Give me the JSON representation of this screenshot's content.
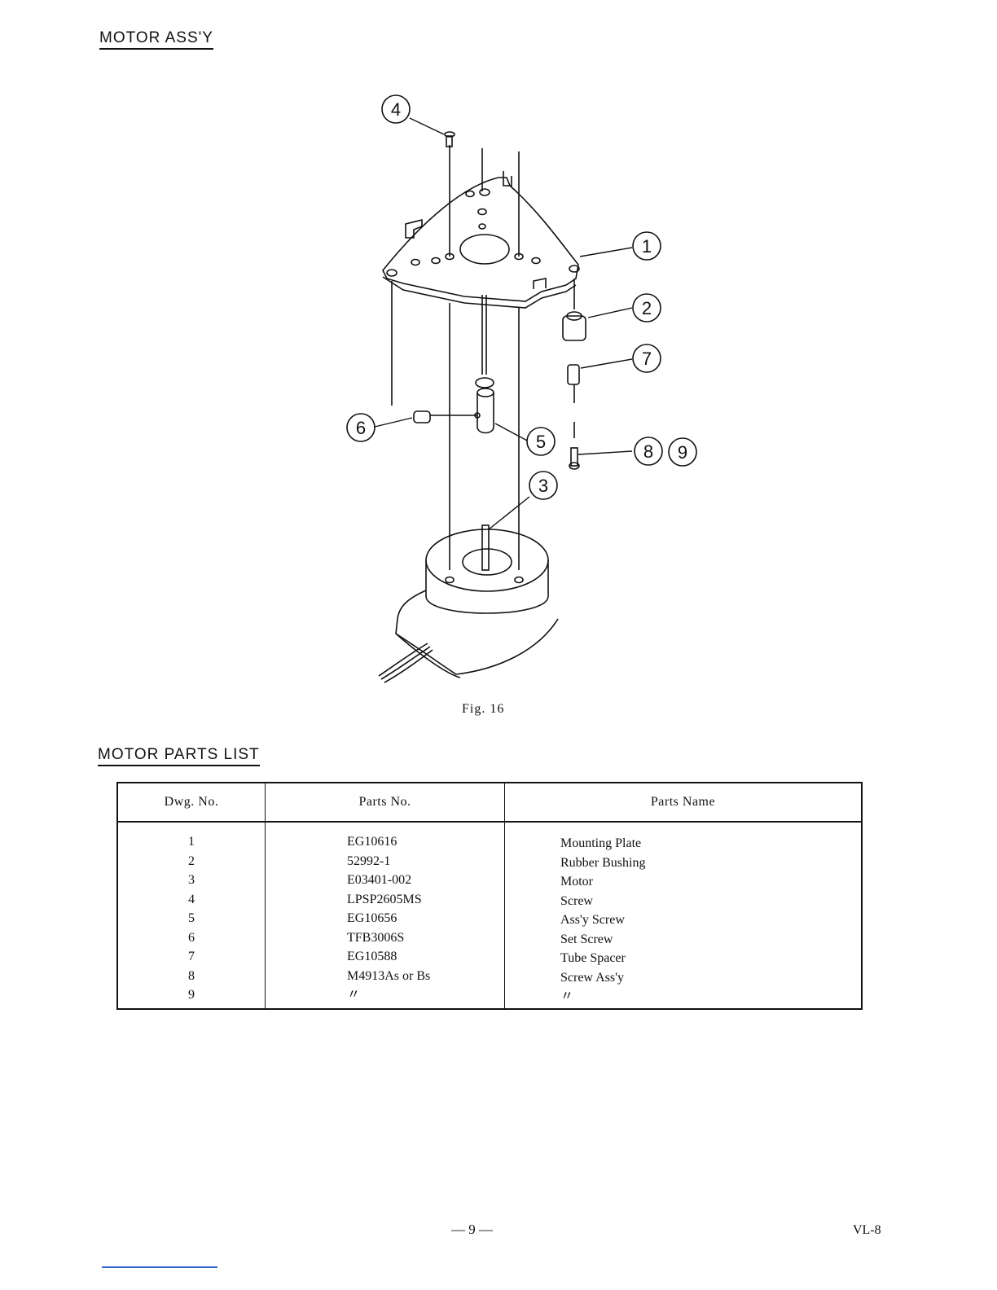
{
  "headings": {
    "assembly": "MOTOR ASS'Y",
    "parts_list": "MOTOR PARTS LIST"
  },
  "figure": {
    "caption": "Fig. 16",
    "callouts": [
      "1",
      "2",
      "3",
      "4",
      "5",
      "6",
      "7",
      "8",
      "9"
    ]
  },
  "table": {
    "headers": [
      "Dwg. No.",
      "Parts No.",
      "Parts Name"
    ],
    "dwg_numbers": [
      "1",
      "2",
      "3",
      "4",
      "5",
      "6",
      "7",
      "8",
      "9"
    ],
    "part_numbers": [
      "EG10616",
      "52992-1",
      "E03401-002",
      "LPSP2605MS",
      "EG10656",
      "TFB3006S",
      "EG10588",
      "M4913As or Bs",
      "〃"
    ],
    "part_names": [
      "Mounting Plate",
      "Rubber Bushing",
      "Motor",
      "Screw",
      "Ass'y Screw",
      "Set Screw",
      "Tube Spacer",
      "Screw Ass'y",
      "〃"
    ]
  },
  "footer": {
    "page_number": "— 9 —",
    "doc_code": "VL-8"
  }
}
